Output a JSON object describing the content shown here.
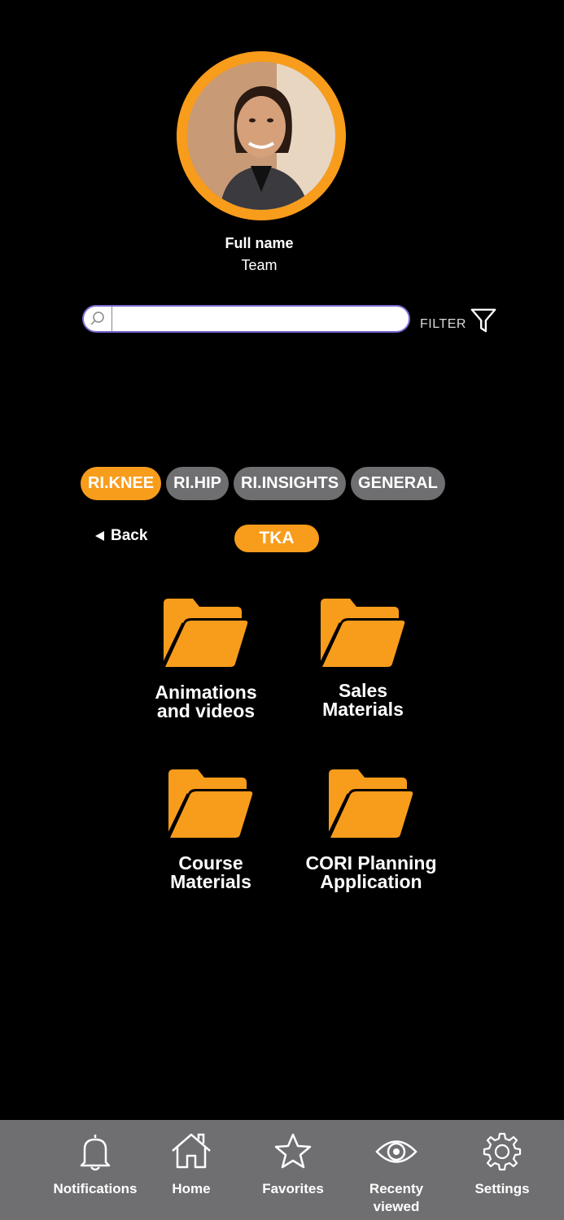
{
  "profile": {
    "full_name": "Full name",
    "team": "Team"
  },
  "search": {
    "placeholder": "",
    "value": ""
  },
  "filter": {
    "label": "FILTER"
  },
  "tabs": [
    {
      "label": "RI.KNEE",
      "active": true
    },
    {
      "label": "RI.HIP",
      "active": false
    },
    {
      "label": "RI.INSIGHTS",
      "active": false
    },
    {
      "label": "GENERAL",
      "active": false
    }
  ],
  "back_label": "Back",
  "current_folder": "TKA",
  "folders": [
    {
      "label": "Animations\nand videos",
      "icon": "folder-icon"
    },
    {
      "label": "Sales\nMaterials",
      "icon": "folder-icon"
    },
    {
      "label": "Course\nMaterials",
      "icon": "folder-icon"
    },
    {
      "label": "CORI Planning\nApplication",
      "icon": "folder-icon"
    }
  ],
  "nav": [
    {
      "label": "Notifications",
      "icon": "bell-icon"
    },
    {
      "label": "Home",
      "icon": "home-icon"
    },
    {
      "label": "Favorites",
      "icon": "star-icon"
    },
    {
      "label": "Recenty\nviewed",
      "icon": "eye-icon"
    },
    {
      "label": "Settings",
      "icon": "gear-icon"
    }
  ],
  "colors": {
    "accent": "#F89C1C",
    "inactive_tab": "#6f6f72",
    "background": "#000000"
  }
}
